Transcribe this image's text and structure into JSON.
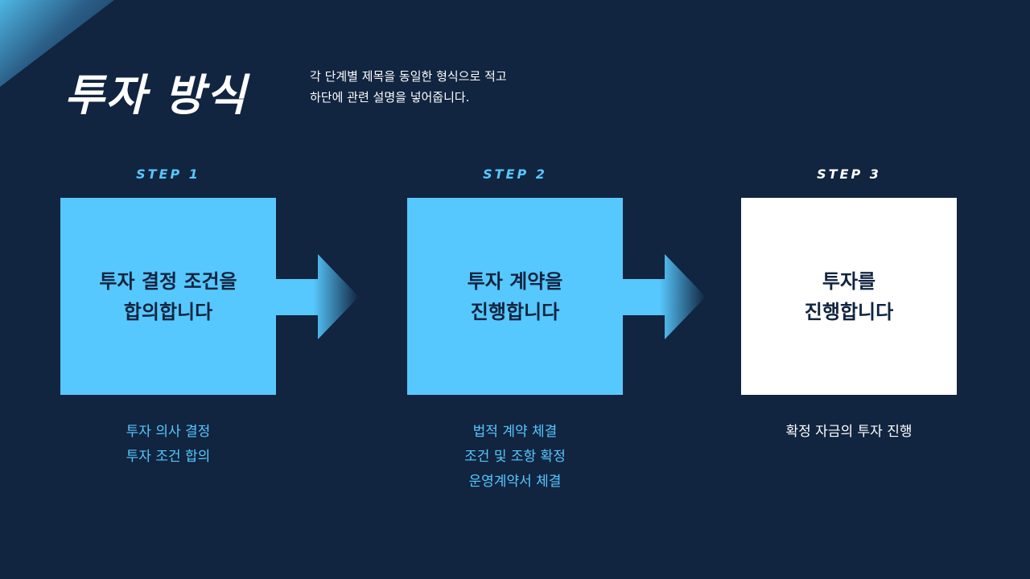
{
  "header": {
    "title": "투자 방식",
    "subtitle_lines": [
      "각 단계별 제목을 동일한 형식으로 적고",
      "하단에 관련 설명을 넣어줍니다."
    ]
  },
  "colors": {
    "background": "#112440",
    "accent": "#57c8fd",
    "highlight": "#ffffff",
    "box_text": "#112440"
  },
  "steps": [
    {
      "label": "STEP 1",
      "box_lines": [
        "투자 결정 조건을",
        "합의합니다"
      ],
      "desc_lines": [
        "투자 의사 결정",
        "투자 조건 합의"
      ]
    },
    {
      "label": "STEP 2",
      "box_lines": [
        "투자 계약을",
        "진행합니다"
      ],
      "desc_lines": [
        "법적 계약 체결",
        "조건 및 조항 확정",
        "운영계약서 체결"
      ]
    },
    {
      "label": "STEP 3",
      "box_lines": [
        "투자를",
        "진행합니다"
      ],
      "desc_lines": [
        "확정 자금의 투자 진행"
      ]
    }
  ]
}
